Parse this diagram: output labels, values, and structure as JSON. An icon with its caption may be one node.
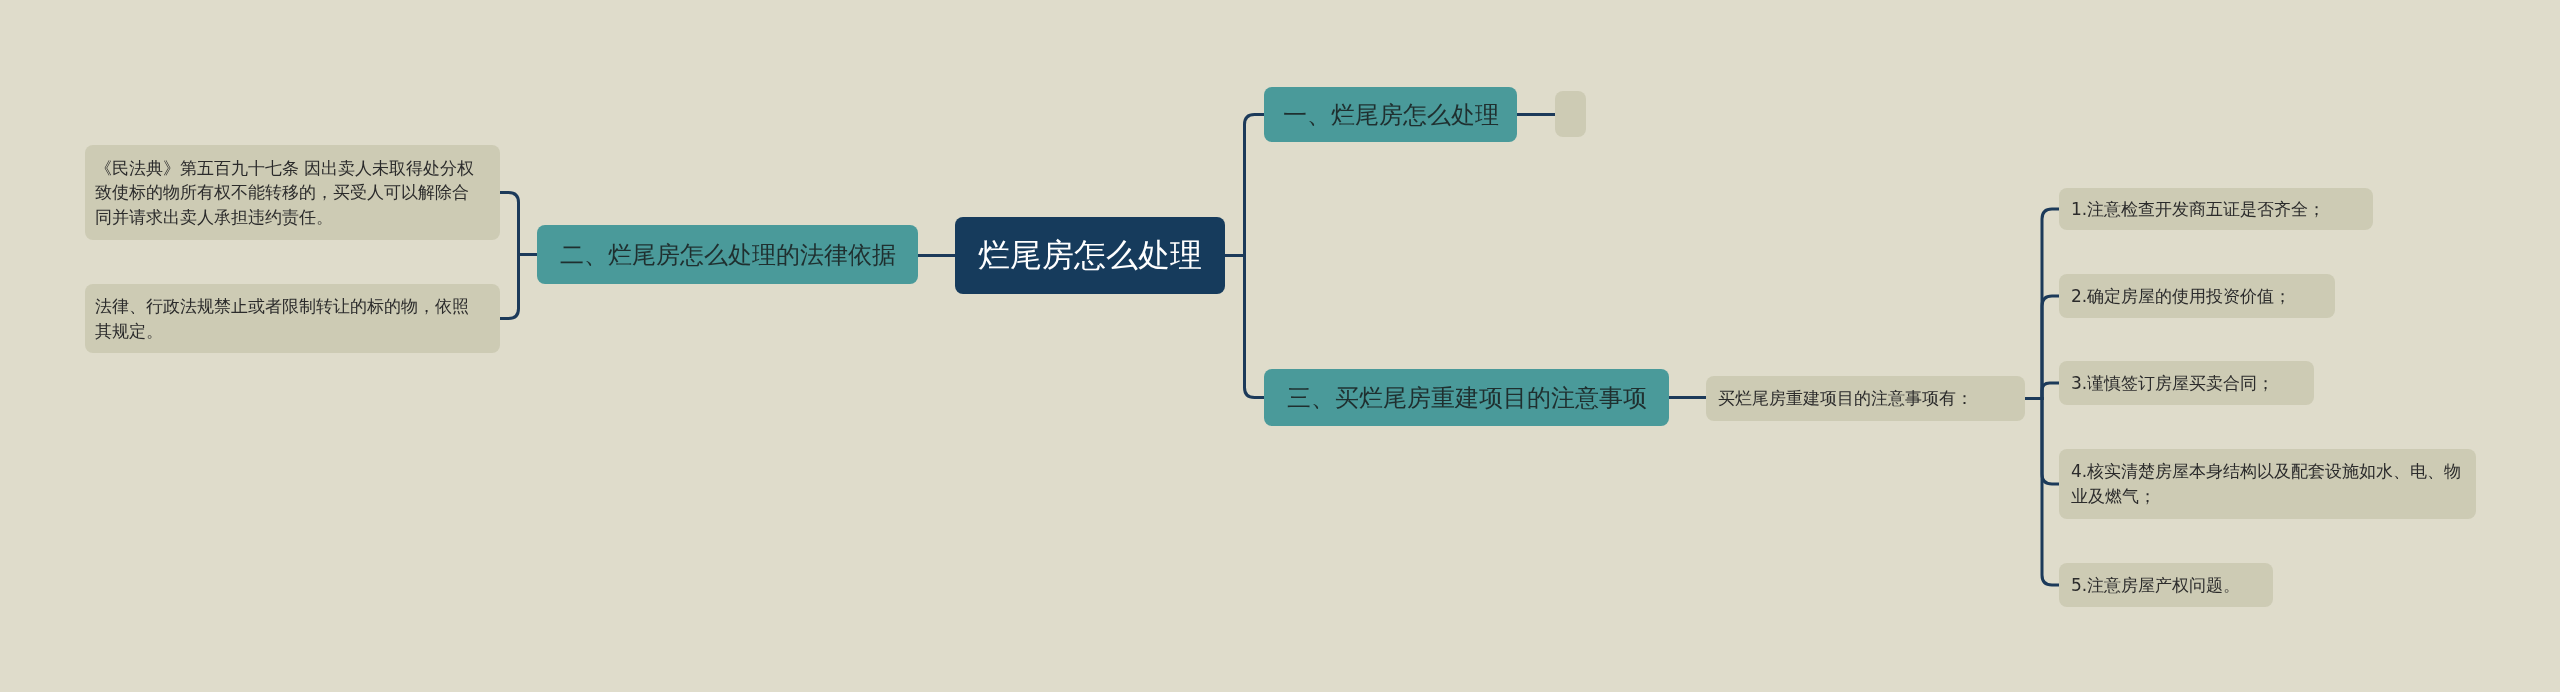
{
  "diagram": {
    "nodes": [
      {
        "text": [
          "烂尾房怎么处理"
        ]
      },
      {
        "text": [
          "一、烂尾房怎么处理"
        ]
      },
      {
        "text": [],
        "shape": "box"
      },
      {
        "text": [
          "三、买烂尾房重建项目的注意事项"
        ]
      },
      {
        "text": [
          "买烂尾房重建项目的注意事项有："
        ]
      },
      {
        "text": [
          "1.注意检查开发商五证是否齐全；"
        ]
      },
      {
        "text": [
          "2.确定房屋的使用投资价值；"
        ]
      },
      {
        "text": [
          "3.谨慎签订房屋买卖合同；"
        ]
      },
      {
        "text": [
          "4.核实清楚房屋本身结构以及配套设施如水、电、物业及燃气；"
        ]
      },
      {
        "text": [
          "5.注意房屋产权问题。"
        ]
      },
      {
        "text": [
          "二、烂尾房怎么处理的法律依据"
        ]
      },
      {
        "text": [
          "《民法典》第五百九十七条 因出卖人未取得处分权致使标的物所有权不能转移的，买受人可以解除合同并请求出卖人承担违约责任。"
        ]
      },
      {
        "text": [
          "法律、行政法规禁止或者限制转让的标的物，依照其规定。"
        ]
      }
    ],
    "edges": [
      {
        "from": 0,
        "to": 1,
        "arrow": "none"
      },
      {
        "from": 1,
        "to": 2,
        "arrow": "none"
      },
      {
        "from": 0,
        "to": 3,
        "arrow": "none"
      },
      {
        "from": 3,
        "to": 4,
        "arrow": "none"
      },
      {
        "from": 4,
        "to": 5,
        "arrow": "none"
      },
      {
        "from": 4,
        "to": 6,
        "arrow": "none"
      },
      {
        "from": 4,
        "to": 7,
        "arrow": "none"
      },
      {
        "from": 4,
        "to": 8,
        "arrow": "none"
      },
      {
        "from": 4,
        "to": 9,
        "arrow": "none"
      },
      {
        "from": 0,
        "to": 10,
        "arrow": "none"
      },
      {
        "from": 10,
        "to": 11,
        "arrow": "none"
      },
      {
        "from": 10,
        "to": 12,
        "arrow": "none"
      }
    ]
  }
}
